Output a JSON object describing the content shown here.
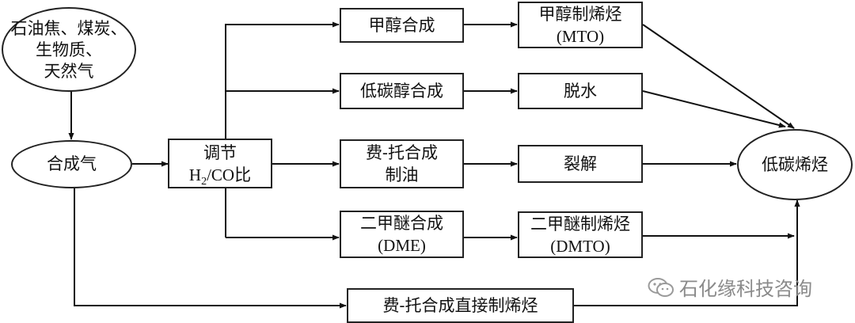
{
  "nodes": {
    "feedstock": [
      "石油焦、煤炭、",
      "生物质、",
      "天然气"
    ],
    "syngas": "合成气",
    "adjust": {
      "line1": "调节",
      "h": "H",
      "sub": "2",
      "rest": "/CO比"
    },
    "methanol_synthesis": "甲醇合成",
    "mto": [
      "甲醇制烯烃",
      "(MTO)"
    ],
    "low_alcohol_synthesis": "低碳醇合成",
    "dehydration": "脱水",
    "ft_oil": [
      "费-托合成",
      "制油"
    ],
    "cracking": "裂解",
    "dme_synthesis": [
      "二甲醚合成",
      "(DME)"
    ],
    "dmto": [
      "二甲醚制烯烃",
      "(DMTO)"
    ],
    "ft_direct": "费-托合成直接制烯烃",
    "light_olefins": "低碳烯烃"
  },
  "watermark": "石化缘科技咨询"
}
